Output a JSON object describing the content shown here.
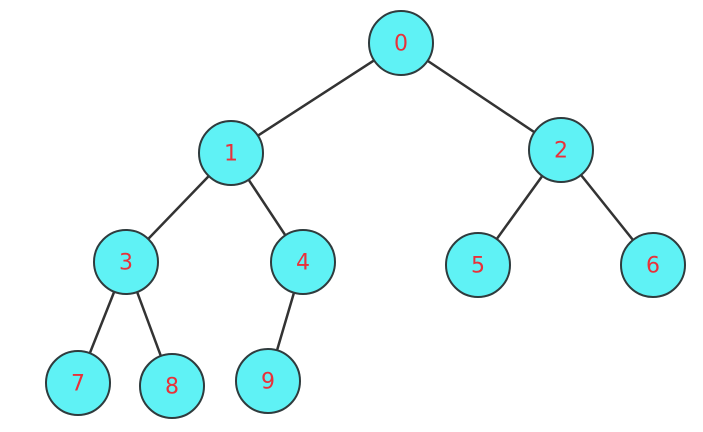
{
  "colors": {
    "node_fill": "#5ff2f5",
    "label": "#e8313a",
    "edge": "#333333"
  },
  "tree": {
    "nodes": [
      {
        "id": "0",
        "label": "0"
      },
      {
        "id": "1",
        "label": "1"
      },
      {
        "id": "2",
        "label": "2"
      },
      {
        "id": "3",
        "label": "3"
      },
      {
        "id": "4",
        "label": "4"
      },
      {
        "id": "5",
        "label": "5"
      },
      {
        "id": "6",
        "label": "6"
      },
      {
        "id": "7",
        "label": "7"
      },
      {
        "id": "8",
        "label": "8"
      },
      {
        "id": "9",
        "label": "9"
      }
    ],
    "edges": [
      [
        "0",
        "1"
      ],
      [
        "0",
        "2"
      ],
      [
        "1",
        "3"
      ],
      [
        "1",
        "4"
      ],
      [
        "2",
        "5"
      ],
      [
        "2",
        "6"
      ],
      [
        "3",
        "7"
      ],
      [
        "3",
        "8"
      ],
      [
        "4",
        "9"
      ]
    ]
  }
}
